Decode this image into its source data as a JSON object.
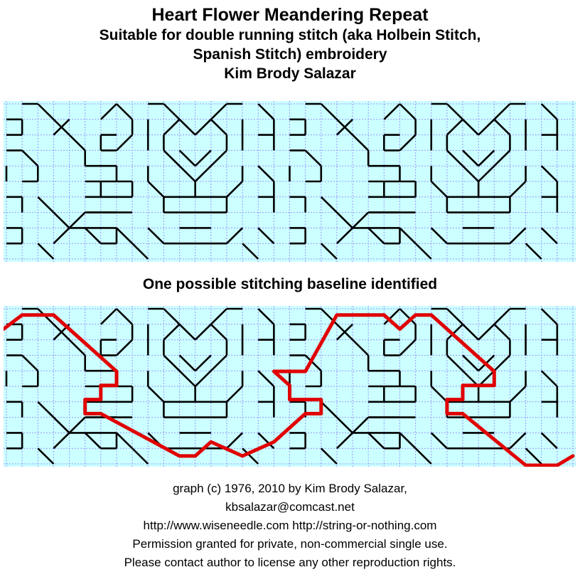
{
  "header": {
    "title": "Heart Flower Meandering Repeat",
    "subtitle_line1": "Suitable for double running stitch (aka Holbein Stitch,",
    "subtitle_line2": "Spanish Stitch) embroidery",
    "author": "Kim Brody Salazar"
  },
  "middle_heading": "One possible stitching baseline identified",
  "footer": {
    "line1": "graph (c) 1976, 2010 by Kim Brody Salazar,",
    "line2": "kbsalazar@comcast.net",
    "line3": "http://www.wiseneedle.com  http://string-or-nothing.com",
    "line4": "Permission granted for private, non-commercial single use.",
    "line5": "Please contact author to license any other reproduction rights."
  },
  "colors": {
    "grid_background": "#ccffff",
    "grid_lines": "#9999ff",
    "stitch": "#000000",
    "baseline": "#e00000",
    "page": "#ffffff"
  },
  "pattern": {
    "columns": 36,
    "rows": 10,
    "repeat_width": 18,
    "motifs": [
      "heart-flower",
      "spiral",
      "meander-vine"
    ]
  },
  "baseline_path_cells": [
    [
      0,
      1
    ],
    [
      1,
      0
    ],
    [
      3,
      0
    ],
    [
      7,
      4
    ],
    [
      7,
      5
    ],
    [
      6,
      5
    ],
    [
      6,
      6
    ],
    [
      5,
      6
    ],
    [
      5,
      7
    ],
    [
      6,
      7
    ],
    [
      11,
      10
    ],
    [
      12,
      10
    ],
    [
      13,
      9
    ],
    [
      15,
      10
    ],
    [
      17,
      9
    ],
    [
      19,
      7
    ],
    [
      20,
      7
    ],
    [
      20,
      6
    ],
    [
      18,
      6
    ],
    [
      18,
      5
    ],
    [
      17,
      4
    ],
    [
      18,
      4
    ],
    [
      19,
      4
    ],
    [
      21,
      0
    ],
    [
      24,
      0
    ],
    [
      25,
      1
    ],
    [
      26,
      0
    ],
    [
      27,
      0
    ],
    [
      31,
      4
    ],
    [
      31,
      5
    ],
    [
      29,
      5
    ],
    [
      29,
      6
    ],
    [
      28,
      6
    ],
    [
      28,
      7
    ],
    [
      29,
      7
    ],
    [
      33,
      11
    ],
    [
      35,
      11
    ],
    [
      36,
      10
    ]
  ]
}
